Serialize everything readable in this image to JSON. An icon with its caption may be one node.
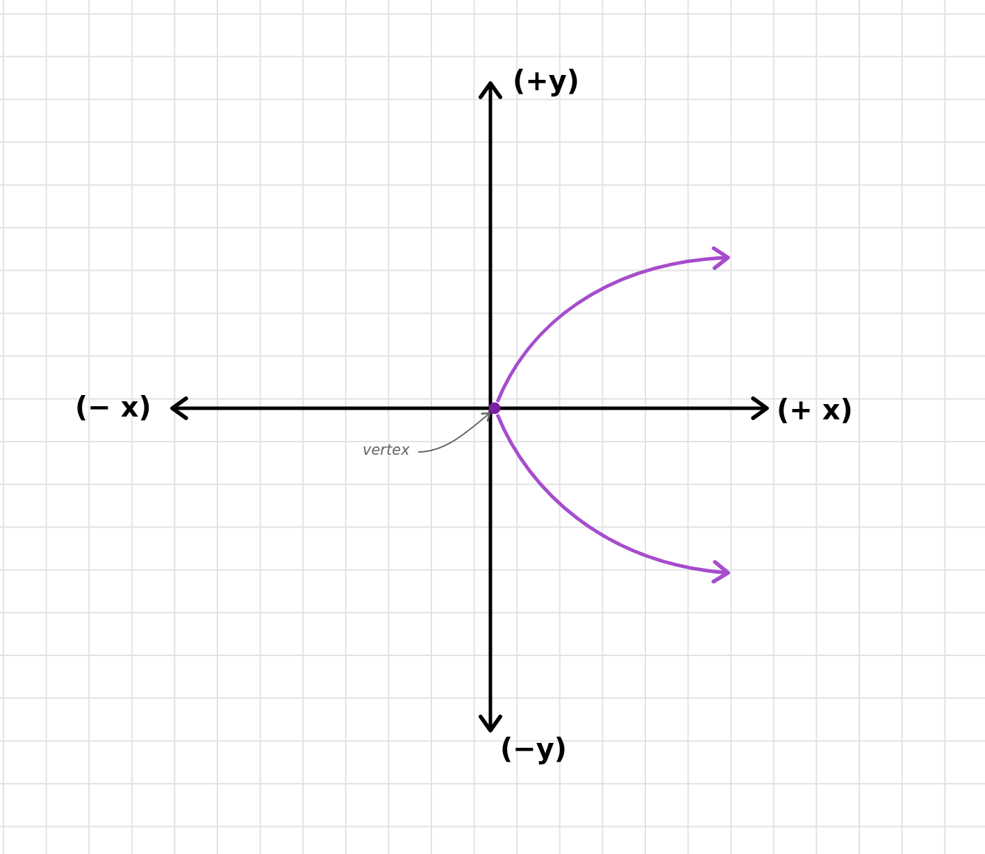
{
  "diagram": {
    "nodes": [
      {
        "text": [
          "vertex"
        ]
      },
      {
        "text": [],
        "shape": "circle"
      }
    ],
    "edges": [
      {
        "from": 0,
        "to": 1,
        "arrow": "to",
        "color": "#666666"
      },
      {
        "from": 1,
        "to": null,
        "arrow": "to"
      },
      {
        "from": 1,
        "to": null,
        "arrow": "to"
      }
    ],
    "labels": [
      "(+y)",
      "(− x)",
      "(+ x)",
      "(−y)"
    ]
  }
}
